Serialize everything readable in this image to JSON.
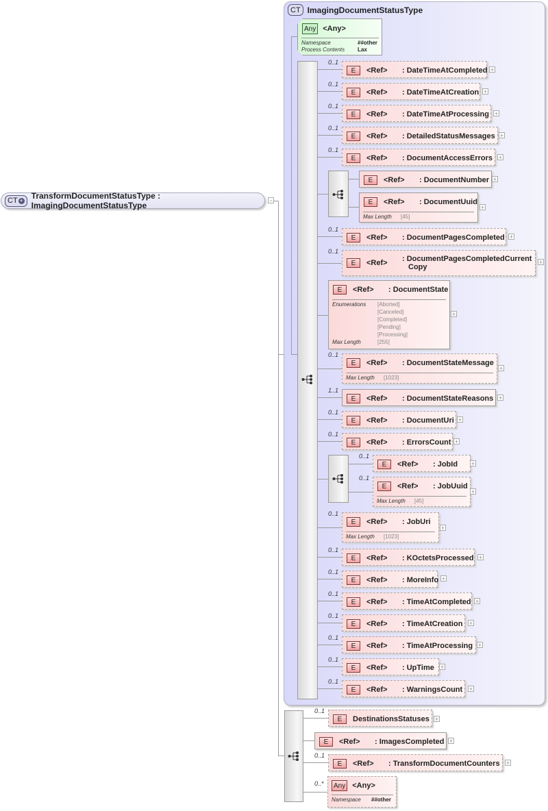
{
  "root": {
    "badge": "CT",
    "name": "TransformDocumentStatusType : ImagingDocumentStatusType",
    "toggle": "−"
  },
  "base": {
    "badge": "CT",
    "name": "ImagingDocumentStatusType"
  },
  "any_top": {
    "badge": "Any",
    "label": "<Any>",
    "facets": [
      {
        "k": "Namespace",
        "v": "##other"
      },
      {
        "k": "Process Contents",
        "v": "Lax"
      }
    ]
  },
  "elements": [
    {
      "card": "0..1",
      "ref": "<Ref>",
      "name": ": DateTimeAtCompleted"
    },
    {
      "card": "0..1",
      "ref": "<Ref>",
      "name": ": DateTimeAtCreation"
    },
    {
      "card": "0..1",
      "ref": "<Ref>",
      "name": ": DateTimeAtProcessing"
    },
    {
      "card": "0..1",
      "ref": "<Ref>",
      "name": ": DetailedStatusMessages"
    },
    {
      "card": "0..1",
      "ref": "<Ref>",
      "name": ": DocumentAccessErrors"
    },
    {
      "card": "",
      "ref": "<Ref>",
      "name": ": DocumentNumber"
    },
    {
      "card": "",
      "ref": "<Ref>",
      "name": ": DocumentUuid",
      "facet_label": "Max Length",
      "facet_value": "[45]"
    },
    {
      "card": "0..1",
      "ref": "<Ref>",
      "name": ": DocumentPagesCompleted"
    },
    {
      "card": "0..1",
      "ref": "<Ref>",
      "name": ": DocumentPagesCompletedCurrent",
      "name2": "Copy"
    },
    {
      "card": "",
      "ref": "<Ref>",
      "name": ": DocumentState",
      "enum_label": "Enumerations",
      "enums": [
        "[Aborted]",
        "[Canceled]",
        "[Completed]",
        "[Pending]",
        "[Processing]"
      ],
      "facet_label": "Max Length",
      "facet_value": "[255]"
    },
    {
      "card": "0..1",
      "ref": "<Ref>",
      "name": ": DocumentStateMessage",
      "facet_label": "Max Length",
      "facet_value": "[1023]"
    },
    {
      "card": "1..1",
      "ref": "<Ref>",
      "name": ": DocumentStateReasons"
    },
    {
      "card": "0..1",
      "ref": "<Ref>",
      "name": ": DocumentUri"
    },
    {
      "card": "0..1",
      "ref": "<Ref>",
      "name": ": ErrorsCount"
    },
    {
      "card": "0..1",
      "ref": "<Ref>",
      "name": ": JobId"
    },
    {
      "card": "0..1",
      "ref": "<Ref>",
      "name": ": JobUuid",
      "facet_label": "Max Length",
      "facet_value": "[45]"
    },
    {
      "card": "0..1",
      "ref": "<Ref>",
      "name": ": JobUri",
      "facet_label": "Max Length",
      "facet_value": "[1023]"
    },
    {
      "card": "0..1",
      "ref": "<Ref>",
      "name": ": KOctetsProcessed"
    },
    {
      "card": "0..1",
      "ref": "<Ref>",
      "name": ": MoreInfo"
    },
    {
      "card": "0..1",
      "ref": "<Ref>",
      "name": ": TimeAtCompleted"
    },
    {
      "card": "0..1",
      "ref": "<Ref>",
      "name": ": TimeAtCreation"
    },
    {
      "card": "0..1",
      "ref": "<Ref>",
      "name": ": TimeAtProcessing"
    },
    {
      "card": "0..1",
      "ref": "<Ref>",
      "name": ": UpTime"
    },
    {
      "card": "0..1",
      "ref": "<Ref>",
      "name": ": WarningsCount"
    }
  ],
  "ext_elements": [
    {
      "card": "0..1",
      "ref": "",
      "name": "DestinationsStatuses"
    },
    {
      "card": "",
      "ref": "<Ref>",
      "name": ": ImagesCompleted"
    },
    {
      "card": "0..1",
      "ref": "<Ref>",
      "name": ": TransformDocumentCounters"
    }
  ],
  "any_bottom": {
    "card": "0..*",
    "badge": "Any",
    "label": "<Any>",
    "facets": [
      {
        "k": "Namespace",
        "v": "##other"
      }
    ]
  },
  "toggle_plus": "+",
  "e_badge": "E"
}
